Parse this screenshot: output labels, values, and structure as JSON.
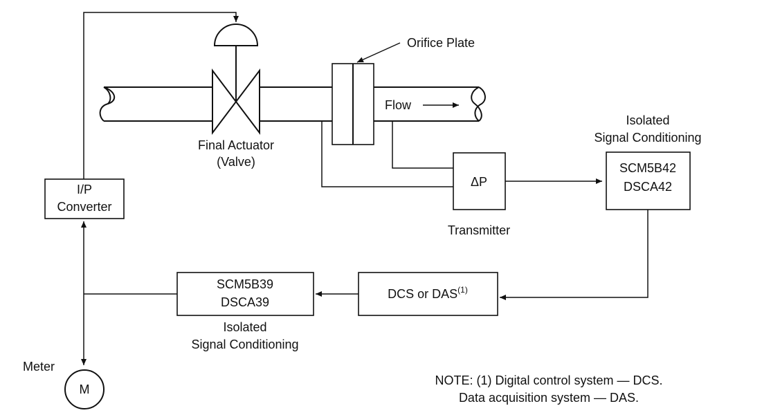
{
  "labels": {
    "orifice_plate": "Orifice Plate",
    "flow": "Flow",
    "final_actuator_line1": "Final Actuator",
    "final_actuator_line2": "(Valve)",
    "isolated_top_line1": "Isolated",
    "isolated_top_line2": "Signal Conditioning",
    "transmitter_symbol": "ΔP",
    "transmitter": "Transmitter",
    "ip_line1": "I/P",
    "ip_line2": "Converter",
    "module_right_line1": "SCM5B42",
    "module_right_line2": "DSCA42",
    "module_left_line1": "SCM5B39",
    "module_left_line2": "DSCA39",
    "dcs_text": "DCS or DAS",
    "dcs_superscript": "(1)",
    "isolated_bottom_line1": "Isolated",
    "isolated_bottom_line2": "Signal Conditioning",
    "meter": "Meter",
    "meter_symbol": "M",
    "note_line1": "NOTE: (1) Digital control system — DCS.",
    "note_line2": "Data acquisition system — DAS."
  },
  "colors": {
    "stroke": "#111111",
    "background": "#ffffff"
  }
}
